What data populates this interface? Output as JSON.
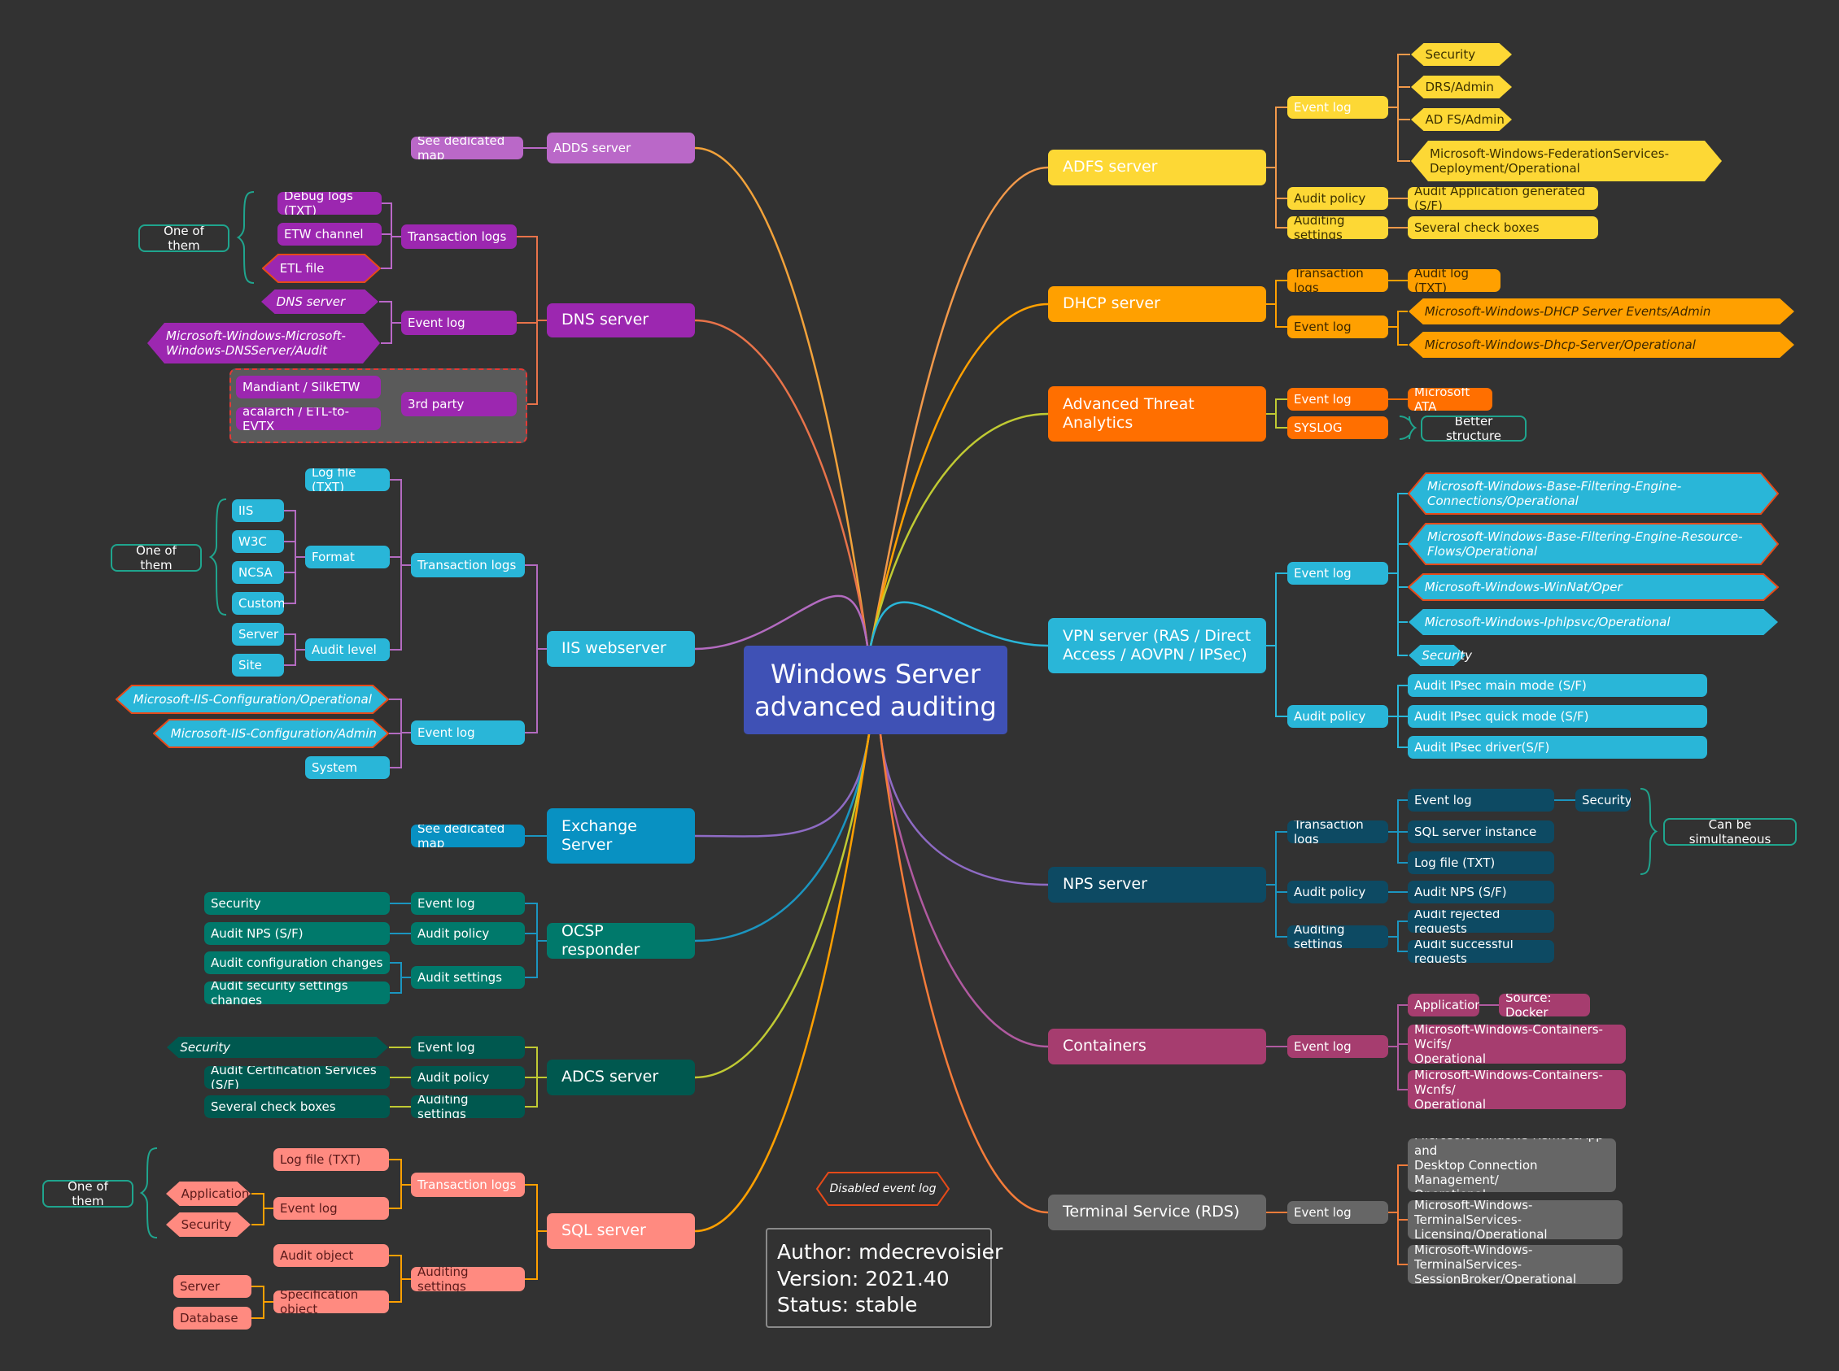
{
  "center": {
    "title": "Windows Server\nadvanced auditing"
  },
  "legend": {
    "disabled_event_log": "Disabled event log"
  },
  "author": {
    "author": "Author: mdecrevoisier",
    "version": "Version: 2021.40",
    "status": "Status: stable"
  },
  "colors": {
    "background": "#323232",
    "center": "#3f51b5",
    "adfs": "#fdd835",
    "dhcp": "#ffa000",
    "ata": "#ff6f00",
    "vpn": "#29b6d8",
    "nps": "#0d4a63",
    "containers": "#a63d6f",
    "rds": "#666666",
    "adds": "#ba68c8",
    "dns": "#9c27b0",
    "iis": "#29b6d8",
    "exchange": "#0891c2",
    "ocsp": "#00796b",
    "adcs": "#00584f",
    "sql": "#ff8a80",
    "disabled_border": "#e64a19"
  },
  "branches": {
    "adfs": {
      "label": "ADFS server",
      "event_log": "Event log",
      "event_items": [
        "Security",
        "DRS/Admin",
        "AD FS/Admin",
        "Microsoft-Windows-FederationServices-\nDeployment/Operational"
      ],
      "audit_policy": "Audit policy",
      "audit_policy_item": "Audit Application generated (S/F)",
      "auditing_settings": "Auditing settings",
      "auditing_settings_item": "Several check boxes"
    },
    "dhcp": {
      "label": "DHCP server",
      "transaction_logs": "Transaction logs",
      "transaction_item": "Audit log (TXT)",
      "event_log": "Event log",
      "event_items": [
        "Microsoft-Windows-DHCP Server Events/Admin",
        "Microsoft-Windows-Dhcp-Server/Operational"
      ]
    },
    "ata": {
      "label": "Advanced Threat\nAnalytics",
      "event_log": "Event log",
      "event_item": "Microsoft ATA",
      "syslog": "SYSLOG",
      "note": "Better structure"
    },
    "vpn": {
      "label": "VPN server (RAS / Direct\nAccess / AOVPN / IPSec)",
      "event_log": "Event log",
      "event_items": [
        "Microsoft-Windows-Base-Filtering-Engine-\nConnections/Operational",
        "Microsoft-Windows-Base-Filtering-Engine-Resource-\nFlows/Operational",
        "Microsoft-Windows-WinNat/Oper",
        "Microsoft-Windows-Iphlpsvc/Operational",
        "Security"
      ],
      "audit_policy": "Audit policy",
      "audit_items": [
        "Audit IPsec main mode (S/F)",
        "Audit IPsec quick mode (S/F)",
        "Audit IPsec driver(S/F)"
      ]
    },
    "nps": {
      "label": "NPS server",
      "transaction_logs": "Transaction logs",
      "transaction_items": [
        "Event log",
        "SQL server instance",
        "Log file (TXT)"
      ],
      "event_log_child": "Security",
      "note": "Can be simultaneous",
      "audit_policy": "Audit policy",
      "audit_item": "Audit NPS (S/F)",
      "auditing_settings": "Auditing settings",
      "settings_items": [
        "Audit rejected requests",
        "Audit successful requests"
      ]
    },
    "containers": {
      "label": "Containers",
      "event_log": "Event log",
      "event_items": [
        "Application",
        "Microsoft-Windows-Containers-Wcifs/\nOperational",
        "Microsoft-Windows-Containers-Wcnfs/\nOperational"
      ],
      "source": "Source: Docker"
    },
    "rds": {
      "label": "Terminal Service (RDS)",
      "event_log": "Event log",
      "event_items": [
        "Microsoft-Windows-RemoteApp and\nDesktop Connection Management/\nOperational",
        "Microsoft-Windows-TerminalServices-\nLicensing/Operational",
        "Microsoft-Windows-TerminalServices-\nSessionBroker/Operational"
      ]
    },
    "adds": {
      "label": "ADDS server",
      "note": "See dedicated map"
    },
    "dns": {
      "label": "DNS server",
      "transaction_logs": "Transaction logs",
      "transaction_items": [
        "Debug logs (TXT)",
        "ETW channel",
        "ETL file"
      ],
      "one_of_them": "One of them",
      "event_log": "Event log",
      "event_items": [
        "DNS server",
        "Microsoft-Windows-Microsoft-\nWindows-DNSServer/Audit"
      ],
      "third_party": "3rd party",
      "third_items": [
        "Mandiant / SilkETW",
        "acalarch / ETL-to-EVTX"
      ]
    },
    "iis": {
      "label": "IIS webserver",
      "transaction_logs": "Transaction logs",
      "log_file": "Log file (TXT)",
      "format": "Format",
      "format_items": [
        "IIS",
        "W3C",
        "NCSA",
        "Custom"
      ],
      "one_of_them": "One of them",
      "audit_level": "Audit level",
      "level_items": [
        "Server",
        "Site"
      ],
      "event_log": "Event log",
      "event_items": [
        "Microsoft-IIS-Configuration/Operational",
        "Microsoft-IIS-Configuration/Admin",
        "System"
      ]
    },
    "exchange": {
      "label": "Exchange\nServer",
      "note": "See dedicated map"
    },
    "ocsp": {
      "label": "OCSP responder",
      "event_log": "Event log",
      "event_item": "Security",
      "audit_policy": "Audit policy",
      "audit_item": "Audit NPS (S/F)",
      "audit_settings": "Audit settings",
      "settings_items": [
        "Audit configuration changes",
        "Audit security settings changes"
      ]
    },
    "adcs": {
      "label": "ADCS server",
      "event_log": "Event log",
      "event_item": "Security",
      "audit_policy": "Audit policy",
      "audit_item": "Audit Certification Services (S/F)",
      "auditing_settings": "Auditing settings",
      "settings_item": "Several check boxes"
    },
    "sql": {
      "label": "SQL server",
      "transaction_logs": "Transaction logs",
      "log_file": "Log file (TXT)",
      "event_log": "Event log",
      "event_items": [
        "Application",
        "Security"
      ],
      "one_of_them": "One of them",
      "auditing_settings": "Auditing settings",
      "audit_object": "Audit object",
      "spec_object": "Specification object",
      "spec_items": [
        "Server",
        "Database"
      ]
    }
  }
}
